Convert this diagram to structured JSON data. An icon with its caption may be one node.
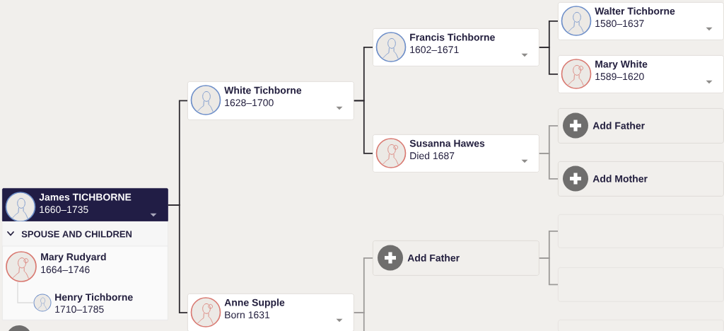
{
  "diagram": {
    "nodes": [
      {
        "text": [
          "James TICHBORNE",
          "1660–1735"
        ]
      },
      {
        "text": [
          "SPOUSE AND CHILDREN"
        ]
      },
      {
        "text": [
          "Mary Rudyard",
          "1664–1746"
        ],
        "in": 1
      },
      {
        "text": [
          "Henry Tichborne",
          "1710–1785"
        ],
        "in": 1
      },
      {
        "text": [
          "White Tichborne",
          "1628–1700"
        ]
      },
      {
        "text": [
          "Anne Supple",
          "Born 1631"
        ]
      },
      {
        "text": [
          "Francis Tichborne",
          "1602–1671"
        ]
      },
      {
        "text": [
          "Susanna Hawes",
          "Died 1687"
        ]
      },
      {
        "text": [
          "Add Father"
        ]
      },
      {
        "text": [
          "Walter Tichborne",
          "1580–1637"
        ]
      },
      {
        "text": [
          "Mary White",
          "1589–1620"
        ]
      },
      {
        "text": [
          "Add Father"
        ]
      },
      {
        "text": [
          "Add Mother"
        ]
      },
      {
        "text": [],
        "shape": "box"
      },
      {
        "text": [],
        "shape": "box"
      },
      {
        "text": [],
        "shape": "box"
      }
    ],
    "edges": [
      {
        "from": 0,
        "to": 4,
        "arrow": "none"
      },
      {
        "from": 0,
        "to": 5,
        "arrow": "none"
      },
      {
        "from": 4,
        "to": 6,
        "arrow": "none"
      },
      {
        "from": 4,
        "to": 7,
        "arrow": "none"
      },
      {
        "from": 5,
        "to": 8,
        "arrow": "none",
        "color": "#9d9b99"
      },
      {
        "from": 5,
        "to": null,
        "arrow": "none",
        "color": "#9d9b99"
      },
      {
        "from": 6,
        "to": 9,
        "arrow": "none"
      },
      {
        "from": 6,
        "to": 10,
        "arrow": "none"
      },
      {
        "from": 7,
        "to": 11,
        "arrow": "none",
        "color": "#9d9b99"
      },
      {
        "from": 7,
        "to": 12,
        "arrow": "none",
        "color": "#9d9b99"
      },
      {
        "from": 8,
        "to": 13,
        "arrow": "none",
        "color": "#9d9b99"
      },
      {
        "from": 8,
        "to": 14,
        "arrow": "none",
        "color": "#9d9b99"
      },
      {
        "from": 2,
        "to": 3,
        "arrow": "none",
        "color": "#dcdcdc"
      }
    ]
  }
}
